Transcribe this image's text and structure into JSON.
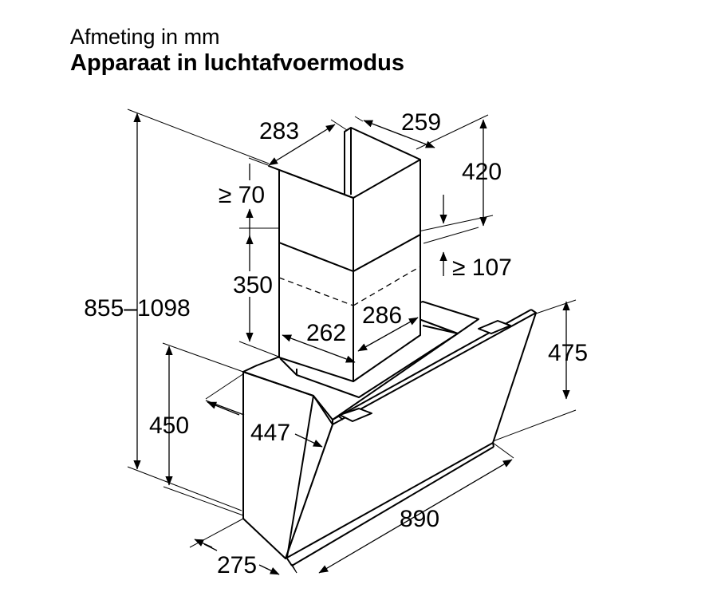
{
  "header": {
    "subtitle": "Afmeting in mm",
    "title": "Apparaat in luchtafvoermodus"
  },
  "dimensions": {
    "chimney_width": "283",
    "chimney_depth": "259",
    "chimney_upper_height": "420",
    "min_above_top": "≥ 70",
    "chimney_lower_height": "350",
    "min_overlap": "≥ 107",
    "total_height": "855–1098",
    "inner_depth": "286",
    "inner_width": "262",
    "panel_height": "475",
    "body_height": "450",
    "body_depth": "447",
    "total_width": "890",
    "bottom_depth": "275"
  }
}
